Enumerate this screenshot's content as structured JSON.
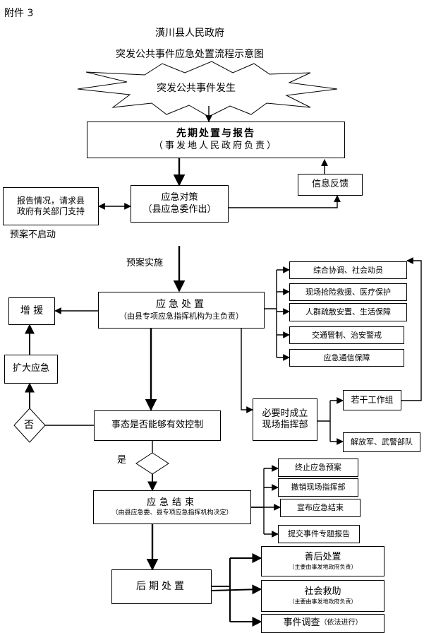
{
  "attachment": "附件 3",
  "header": {
    "line1": "潢川县人民政府",
    "line2": "突发公共事件应急处置流程示意图"
  },
  "nodes": {
    "event": "突发公共事件发生",
    "initial": {
      "title": "先期处置与报告",
      "sub": "（事发地人民政府负责）"
    },
    "report": {
      "line1": "报告情况，请求县",
      "line2": "政府有关部门支持"
    },
    "response": {
      "line1": "应急对策",
      "line2": "（县应急委作出）"
    },
    "feedback": "信息反馈",
    "plan_not_started": "预案不启动",
    "plan_implement": "预案实施",
    "reinforce": "增  援",
    "handling": {
      "title": "应急处置",
      "sub": "（由县专项应急指挥机构为主负责）"
    },
    "expand": "扩大应急",
    "no": "否",
    "yes": "是",
    "control": "事态是否能够有效控制",
    "onsite": {
      "line1": "必要时成立",
      "line2": "现场指挥部"
    },
    "working_groups": "若干工作组",
    "pla": "解放军、武警部队",
    "end": {
      "title": "应急结束",
      "sub": "（由县应急委、县专项应急指挥机构决定）"
    },
    "aftermath": "后期处置"
  },
  "measures": [
    "综合协调、社会动员",
    "现场抢险救援、医疗保护",
    "人群疏散安置、生活保障",
    "交通管制、治安警戒",
    "应急通信保障"
  ],
  "end_actions": [
    "终止应急预案",
    "撤销现场指挥部",
    "宣布应急结束",
    "提交事件专题报告"
  ],
  "after_actions": [
    {
      "title": "善后处置",
      "sub": "（主要由事发地政府负责）"
    },
    {
      "title": "社会救助",
      "sub": "（主要由事发地政府负责）"
    },
    {
      "title": "事件调查",
      "sub": "（依法进行）"
    }
  ]
}
